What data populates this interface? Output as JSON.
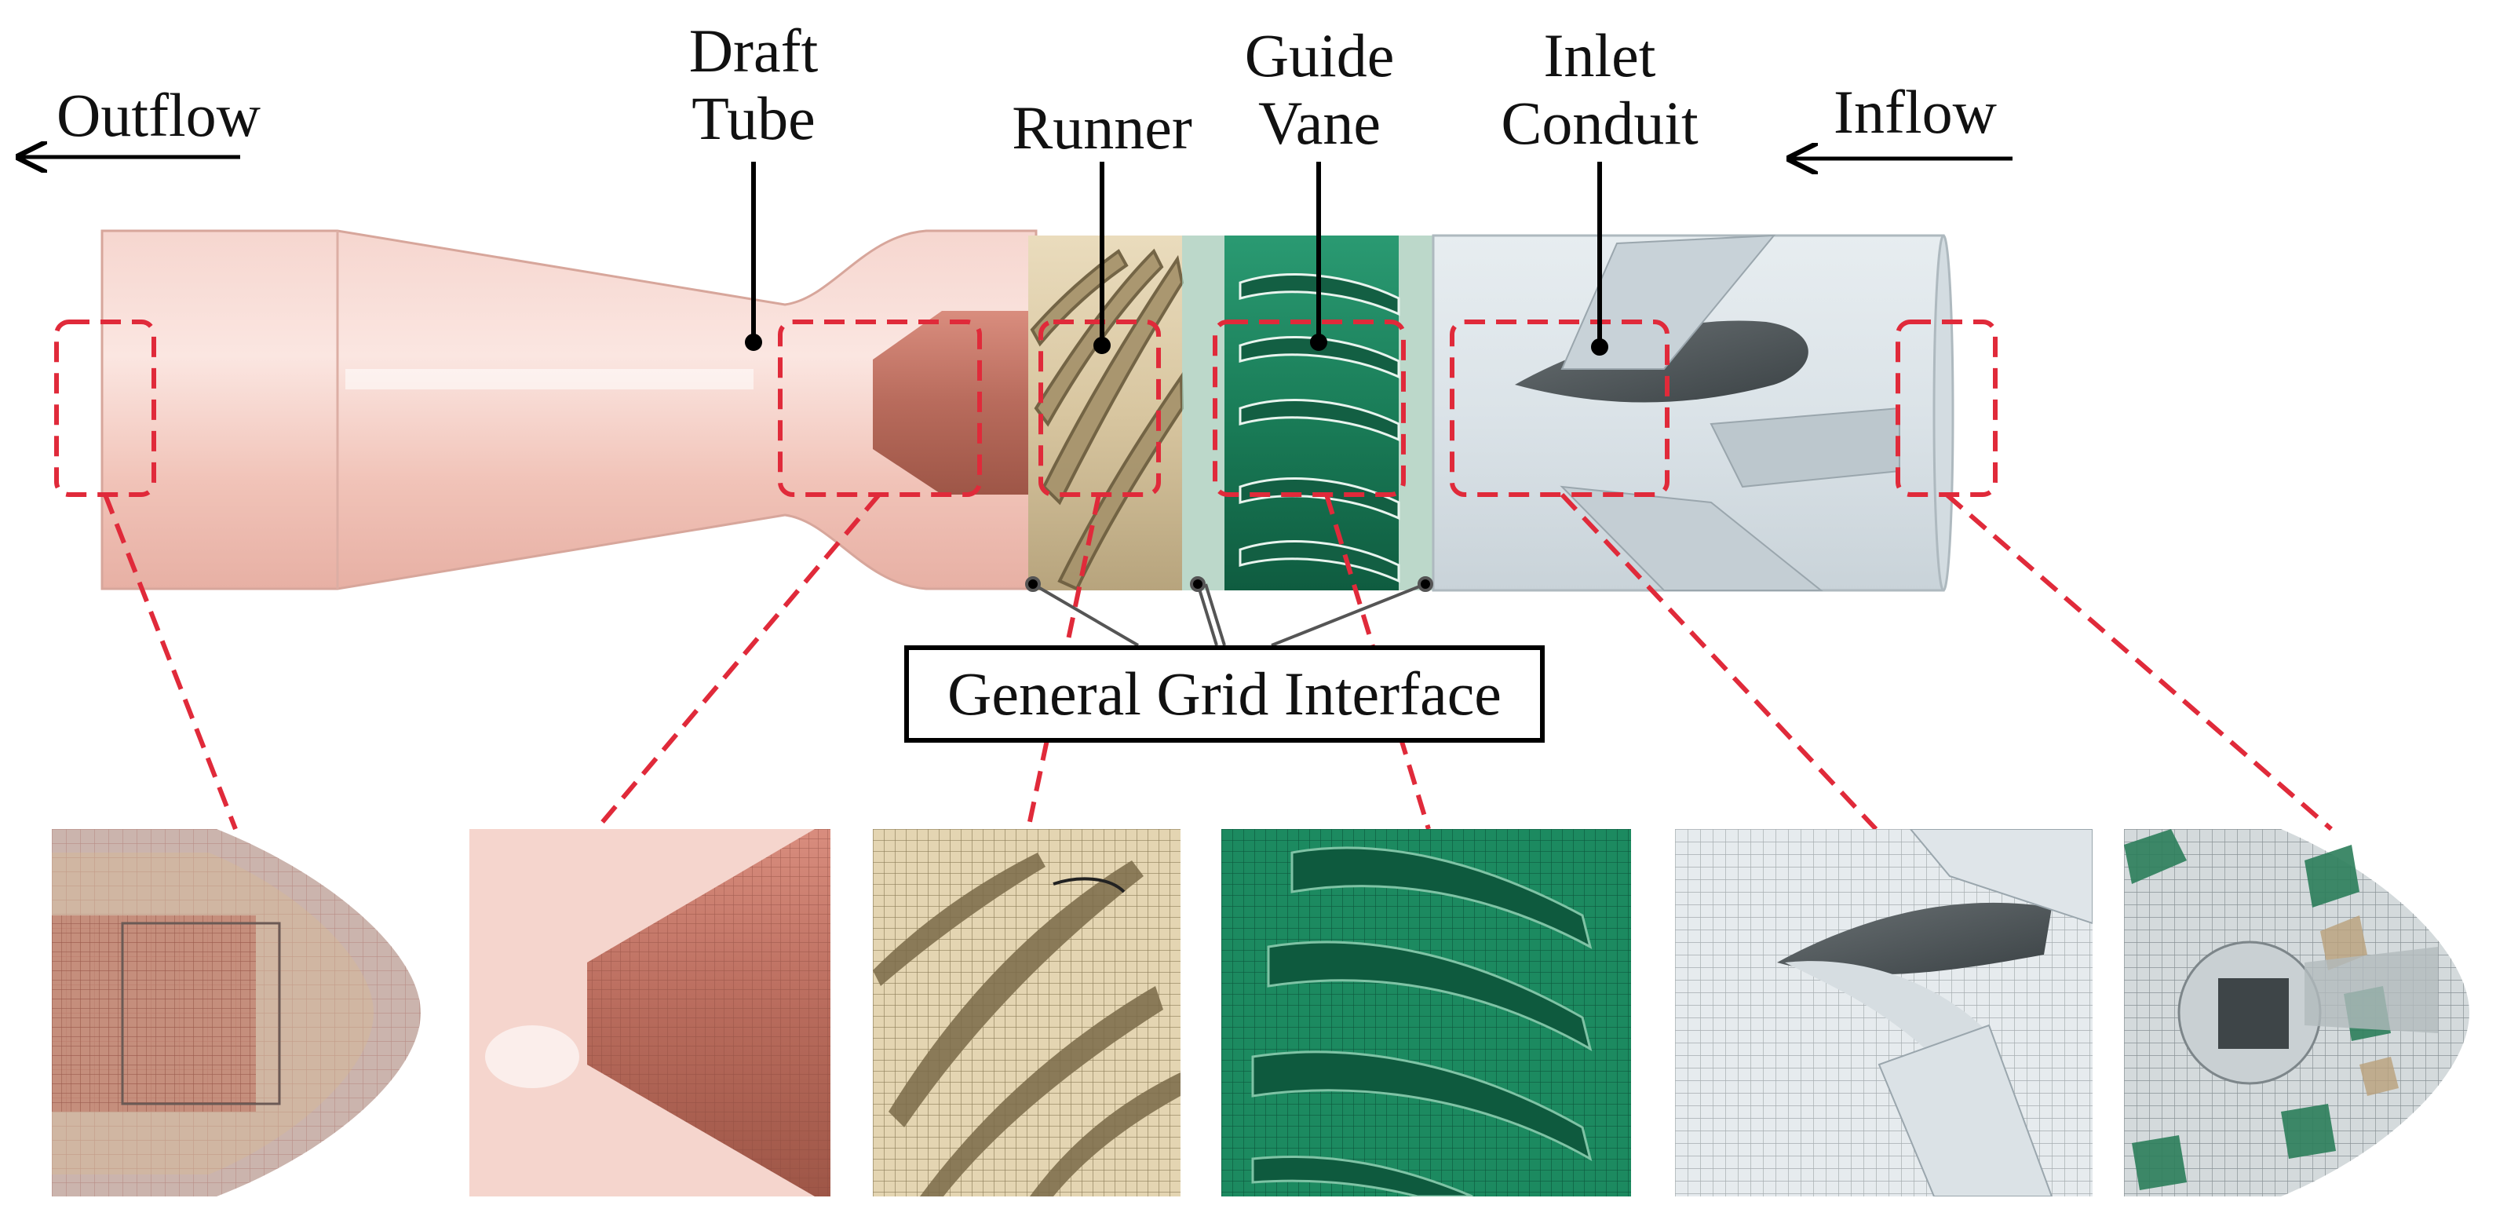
{
  "labels": {
    "outflow": "Outflow",
    "inflow": "Inflow",
    "draft_tube_line1": "Draft",
    "draft_tube_line2": "Tube",
    "runner": "Runner",
    "guide_vane_line1": "Guide",
    "guide_vane_line2": "Vane",
    "inlet_conduit_line1": "Inlet",
    "inlet_conduit_line2": "Conduit",
    "ggi": "General Grid Interface"
  },
  "colors": {
    "draft_tube": "#f4c9c0",
    "cone": "#c9786a",
    "runner": "#e6d7b6",
    "guide_vane": "#1e8a62",
    "inlet": "#dfe6ea",
    "callout": "#e02a3a"
  }
}
